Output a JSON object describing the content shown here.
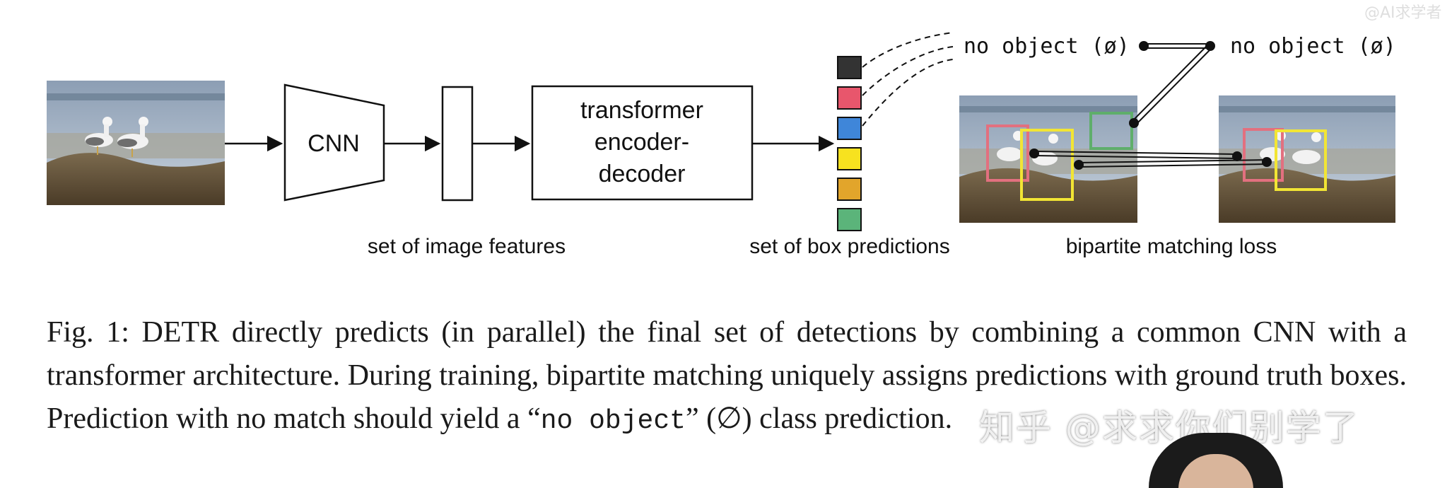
{
  "diagram": {
    "cnn_label": "CNN",
    "transformer_label_lines": [
      "transformer",
      "encoder-",
      "decoder"
    ],
    "image_features_label": "set of image features",
    "box_predictions_label": "set of box predictions",
    "bipartite_label": "bipartite matching loss",
    "no_object_label_left": "no object (ø)",
    "no_object_label_right": "no object (ø)",
    "prediction_colors": [
      "#333333",
      "#e8566c",
      "#3f86d9",
      "#f7e21f",
      "#e2a52b",
      "#5bb47a"
    ],
    "box_colors": {
      "red": "#e2707f",
      "yellow": "#f2e534",
      "green": "#5fae6b"
    }
  },
  "caption": {
    "part1": "Fig. 1: DETR directly predicts (in parallel) the final set of detections by combining a common CNN with a transformer architecture. During training, bipartite matching uniquely assigns predictions with ground truth boxes. Prediction with no match should yield a ",
    "open_quote": "“",
    "code": "no object",
    "close_quote": "”",
    "part2": " (∅) class prediction."
  },
  "watermark": "知乎 @求求你们别学了",
  "corner_mark": "@AI求学者"
}
